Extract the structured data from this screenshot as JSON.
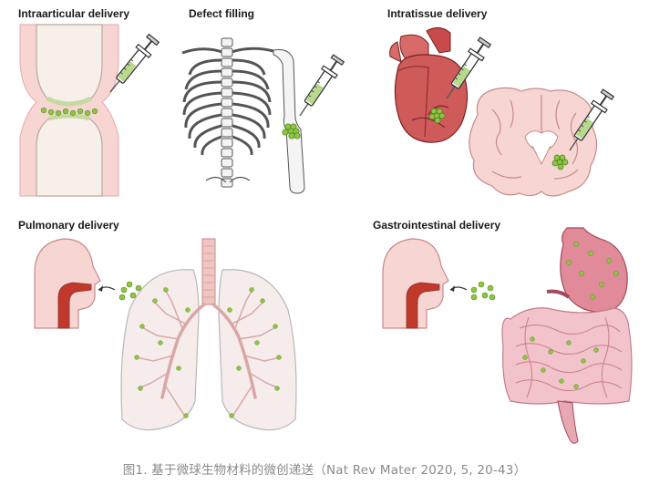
{
  "panels": [
    {
      "id": "intraarticular",
      "title": "Intraarticular delivery"
    },
    {
      "id": "defect",
      "title": "Defect filling"
    },
    {
      "id": "intratissue",
      "title": "Intratissue delivery"
    },
    {
      "id": "pulmonary",
      "title": "Pulmonary delivery"
    },
    {
      "id": "gastrointestinal",
      "title": "Gastrointestinal delivery"
    }
  ],
  "caption": "图1. 基于微球生物材料的微创递送（Nat Rev Mater 2020, 5, 20-43）",
  "colors": {
    "tissue_pink": "#f6d5d3",
    "tissue_outline": "#c9898a",
    "bone": "#f4f4f4",
    "microsphere_green": "#8dc63f",
    "microsphere_dark": "#5a8f2a",
    "heart_red": "#c94a4a",
    "caption_gray": "#8a8a8a"
  }
}
